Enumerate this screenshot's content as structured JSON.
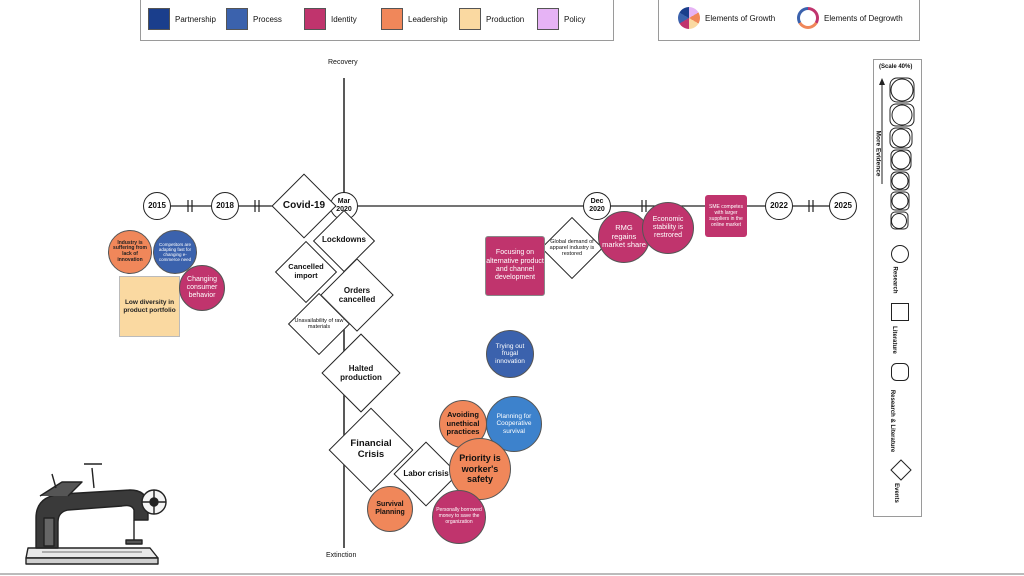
{
  "legend": {
    "categories": [
      {
        "label": "Partnership",
        "color": "#1a3e8c"
      },
      {
        "label": "Process",
        "color": "#3b62ad"
      },
      {
        "label": "Identity",
        "color": "#c0346d"
      },
      {
        "label": "Leadership",
        "color": "#f0875a"
      },
      {
        "label": "Production",
        "color": "#fad9a1"
      },
      {
        "label": "Policy",
        "color": "#e6b3f5"
      }
    ],
    "growth_label": "Elements of Growth",
    "degrowth_label": "Elements of Degrowth"
  },
  "axis": {
    "top": "Recovery",
    "bottom": "Extinction"
  },
  "timeline": {
    "y2015": "2015",
    "y2018": "2018",
    "mar2020": "Mar 2020",
    "dec2020": "Dec 2020",
    "y2022": "2022",
    "y2025": "2025"
  },
  "events": {
    "covid": "Covid-19",
    "lockdowns": "Lockdowns",
    "cancelled_import": "Cancelled import",
    "orders_cancelled": "Orders cancelled",
    "raw_materials": "Unavailability of raw materials",
    "halted_production": "Halted production",
    "financial_crisis": "Financial Crisis",
    "labor_crisis": "Labor crisis",
    "global_demand": "Global demand of apparel industry is restored"
  },
  "nodes": {
    "lack_innovation": "Industry is suffering from lack of innovation",
    "competitors": "Competitors are adapting fast for changing e-commerce need",
    "consumer_behavior": "Changing consumer behavior",
    "low_diversity": "Low diversity in product portfolio",
    "focusing": "Focusing on alternative product and channel development",
    "rmg": "RMG regains market share",
    "economic": "Economic stability is restrored",
    "sme": "SME competes with larger suppliers in the online market",
    "frugal": "Trying out frugal innovation",
    "avoiding": "Avoiding unethical practices",
    "planning": "Planning for Cooperative survival",
    "priority": "Priority is worker's safety",
    "survival": "Survival Planning",
    "borrowed": "Personally borrowed money to save the organization"
  },
  "scale": {
    "title": "(Scale 40%)",
    "evidence": "More Evidence",
    "research": "Research",
    "literature": "Literature",
    "research_literature": "Research & Literature",
    "events": "Events"
  }
}
